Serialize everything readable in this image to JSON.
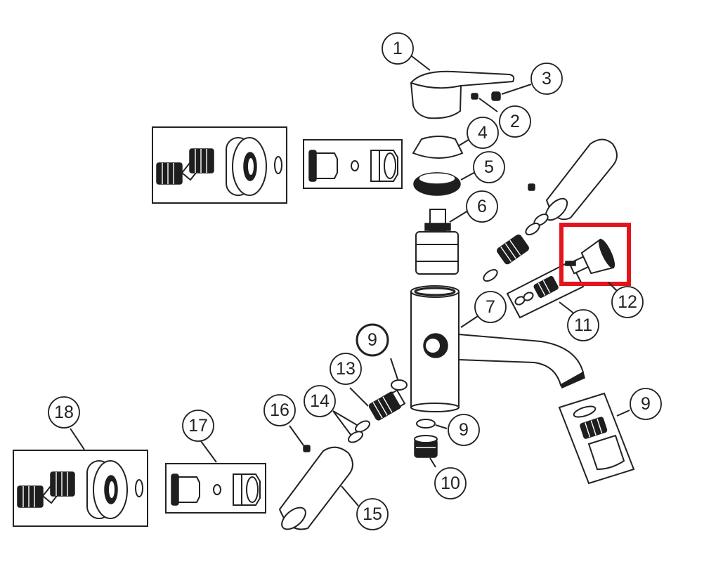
{
  "callouts": {
    "c1": "1",
    "c2": "2",
    "c3": "3",
    "c4": "4",
    "c5": "5",
    "c6": "6",
    "c7": "7",
    "c9a": "9",
    "c9b": "9",
    "c9c": "9",
    "c10": "10",
    "c11": "11",
    "c12": "12",
    "c13": "13",
    "c14": "14",
    "c15": "15",
    "c16": "16",
    "c17": "17",
    "c18": "18"
  },
  "highlight": {
    "part": "12",
    "color": "#e3151c"
  },
  "colors": {
    "line": "#222222",
    "dark_part": "#1e1e1e"
  },
  "icons": [
    "threaded-connector-icon",
    "nut-fitting-icon",
    "cartridge-icon",
    "spout-icon",
    "aerator-icon",
    "handle-icon"
  ]
}
